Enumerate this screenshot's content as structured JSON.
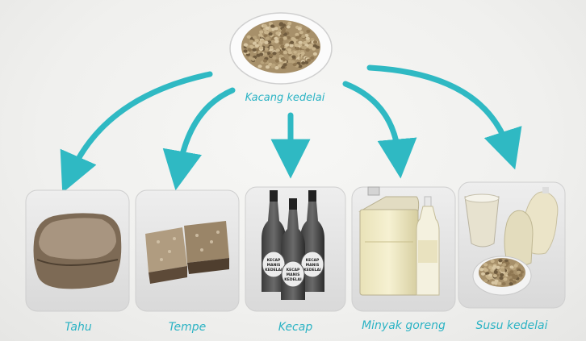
{
  "source": {
    "label": "Kacang kedelai"
  },
  "products": [
    {
      "label": "Tahu"
    },
    {
      "label": "Tempe"
    },
    {
      "label": "Kecap"
    },
    {
      "label": "Minyak goreng"
    },
    {
      "label": "Susu kedelai"
    }
  ],
  "kecap_bottle_label": [
    "KECAP",
    "MANIS",
    "KEDELAI"
  ],
  "colors": {
    "arrow": "#2fb9c3",
    "label": "#2bb3c4",
    "card_bg": "#e3e3e3",
    "soybean": "#a7906a"
  }
}
